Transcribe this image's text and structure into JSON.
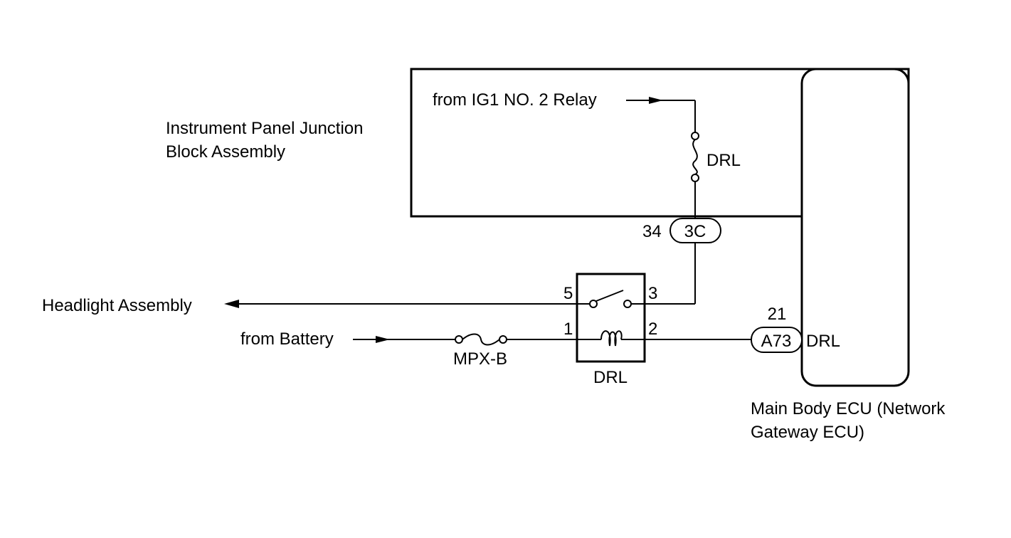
{
  "labels": {
    "junction_block": [
      "Instrument Panel Junction",
      "Block Assembly"
    ],
    "ig1_source": "from IG1 NO. 2 Relay",
    "fuse_drl": "DRL",
    "pin_34": "34",
    "connector_3c": "3C",
    "headlight": "Headlight Assembly",
    "battery_source": "from Battery",
    "fuse_mpxb": "MPX-B",
    "relay_name": "DRL",
    "relay_pin_5": "5",
    "relay_pin_3": "3",
    "relay_pin_1": "1",
    "relay_pin_2": "2",
    "pin_21": "21",
    "connector_a73": "A73",
    "ecu_terminal": "DRL",
    "ecu": [
      "Main Body ECU (Network",
      "Gateway ECU)"
    ]
  }
}
